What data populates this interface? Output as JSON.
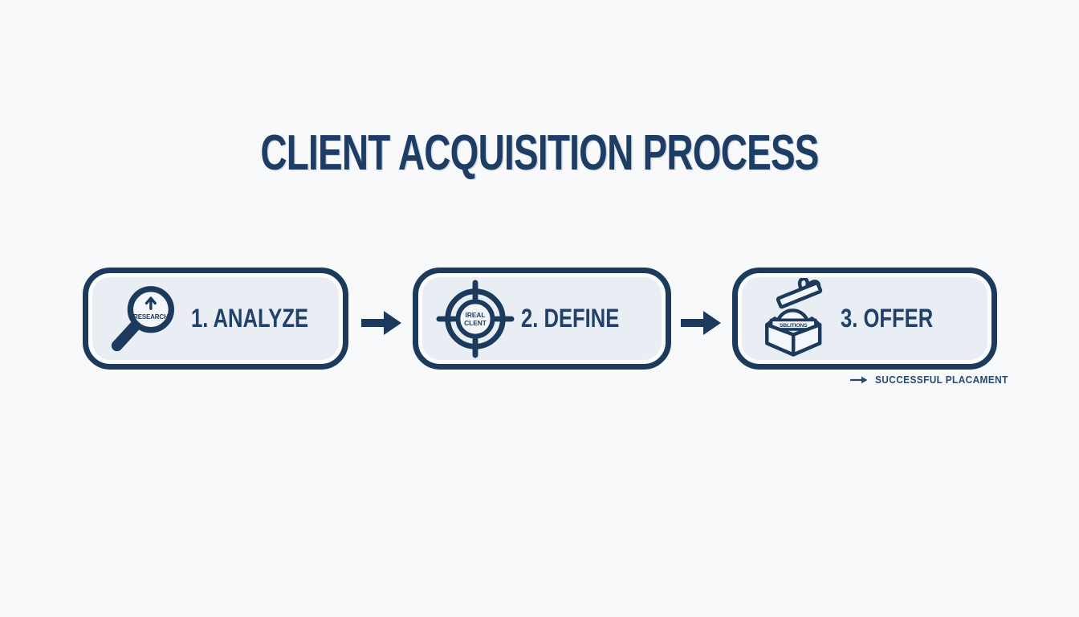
{
  "title": "CLIENT ACQUISITION PROCESS",
  "colors": {
    "navy": "#1c3a5c",
    "text_navy": "#21416a",
    "box_fill": "#e9eef5",
    "icon_fill": "#f3f6fa",
    "background": "#f8f9fa"
  },
  "steps": [
    {
      "label": "1. ANALYZE",
      "icon": "magnifier-research-icon",
      "icon_text": "RESEARCH"
    },
    {
      "label": "2. DEFINE",
      "icon": "target-ideal-client-icon",
      "icon_line1": "IREAL",
      "icon_line2": "CLENT"
    },
    {
      "label": "3. OFFER",
      "icon": "gift-box-solutions-icon",
      "icon_text": "SBLITIONS"
    }
  ],
  "connectors": {
    "between_steps": "right-arrow",
    "outcome_arrow": "right-arrow-small"
  },
  "outcome": {
    "label": "SUCCESSFUL PLACAMENT"
  }
}
